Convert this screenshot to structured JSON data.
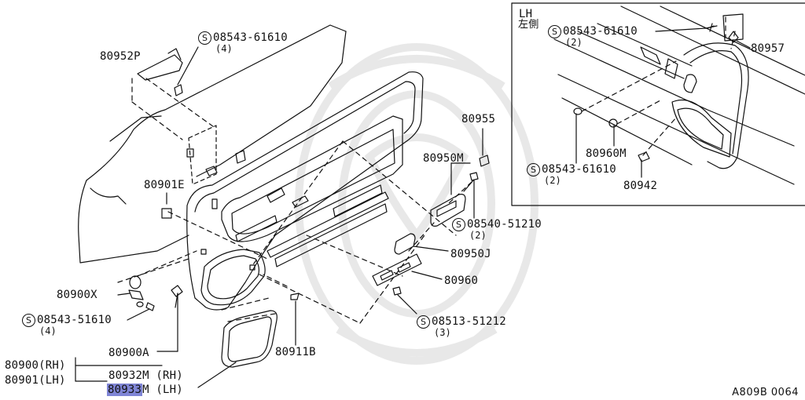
{
  "diagram": {
    "inset": {
      "title_line1": "LH",
      "title_line2": "左側"
    },
    "parts": {
      "p80952P": "80952P",
      "p80901E": "80901E",
      "p80900X": "80900X",
      "p80900A": "80900A",
      "p80900RH": "80900(RH)",
      "p80901LH": "80901(LH)",
      "p80932M": "80932M (RH)",
      "p80933M_hl": "80933",
      "p80933M_rest": "M (LH)",
      "p80911B": "80911B",
      "p80955": "80955",
      "p80950M": "80950M",
      "p80950J": "80950J",
      "p80960": "80960",
      "p80960M": "80960M",
      "p80942": "80942",
      "p80957": "80957"
    },
    "screws": {
      "s1": {
        "symbol": "S",
        "code": "08543-61610",
        "qty": "(4)"
      },
      "s2": {
        "symbol": "S",
        "code": "08543-51610",
        "qty": "(4)"
      },
      "s3": {
        "symbol": "S",
        "code": "08540-51210",
        "qty": "(2)"
      },
      "s4": {
        "symbol": "S",
        "code": "08513-51212",
        "qty": "(3)"
      },
      "s5": {
        "symbol": "S",
        "code": "08543-61610",
        "qty": "(2)"
      },
      "s6": {
        "symbol": "S",
        "code": "08543-61610",
        "qty": "(2)"
      }
    },
    "reference": "A809B 0064",
    "colors": {
      "line": "#111111",
      "highlight": "#7f85d6",
      "watermark": "#e4e4e4"
    }
  }
}
